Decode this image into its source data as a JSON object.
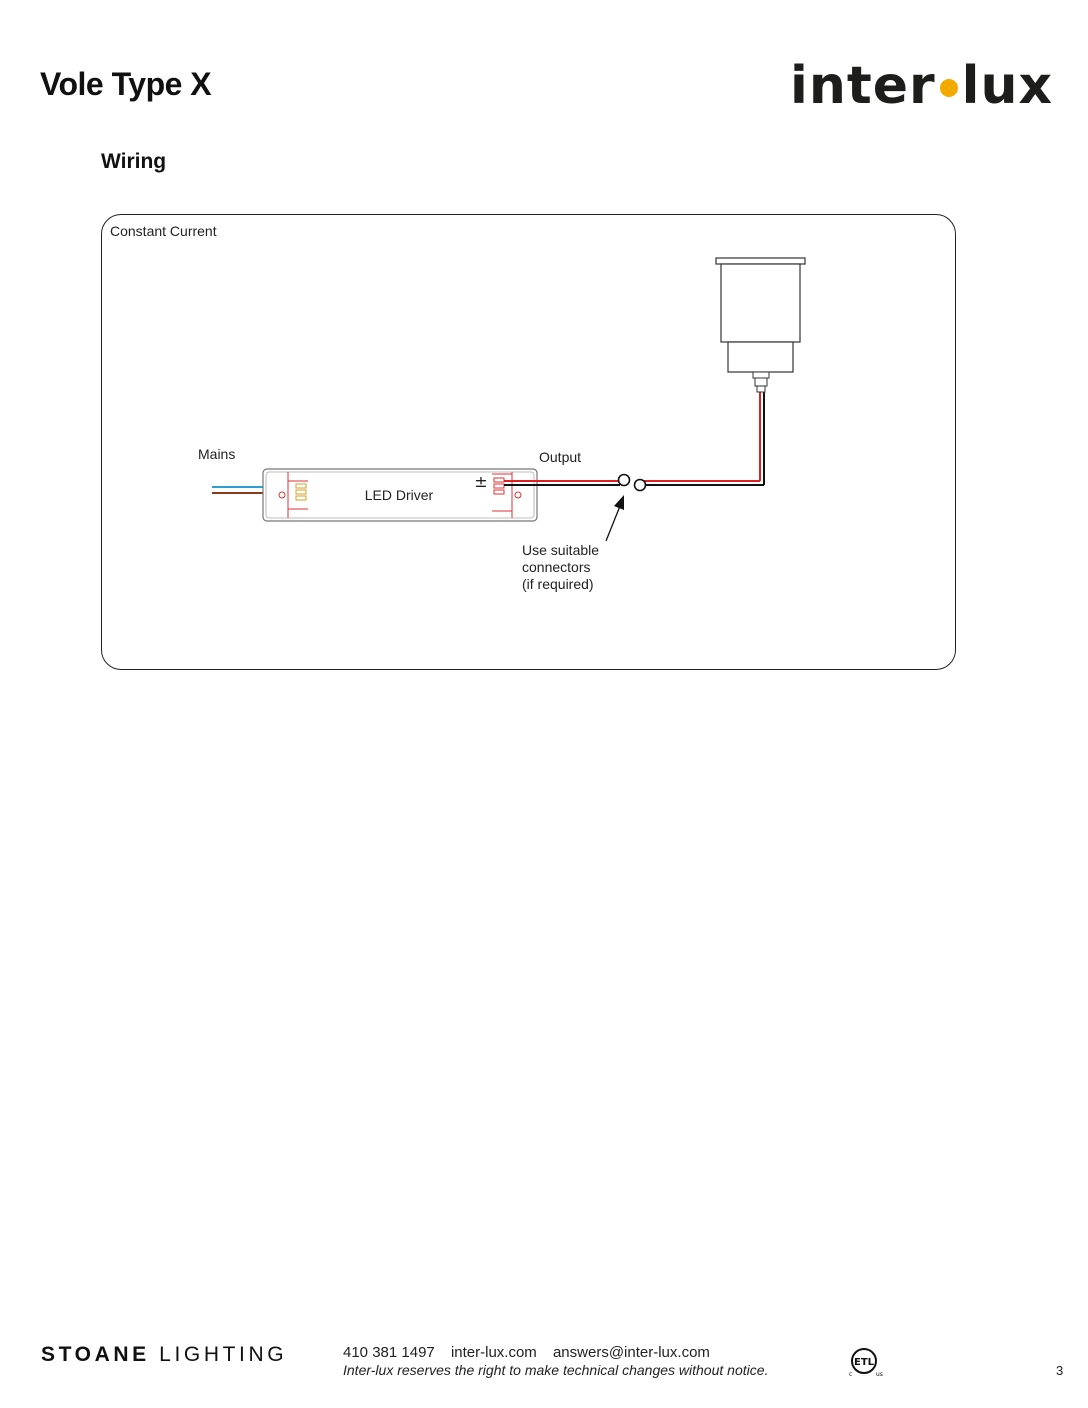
{
  "header": {
    "title": "Vole Type X",
    "logo": {
      "left": "inter",
      "right": "lux",
      "dot_color": "#f2a900"
    }
  },
  "section_title": "Wiring",
  "diagram": {
    "panel_label": "Constant Current",
    "labels": {
      "mains": "Mains",
      "output": "Output",
      "driver": "LED Driver",
      "connector_note": [
        "Use suitable",
        "connectors",
        "(if required)"
      ],
      "polarity": "±"
    },
    "colors": {
      "live_wire": "#8b3a1a",
      "neutral_wire": "#2e9fd6",
      "positive_wire": "#e02020",
      "negative_wire": "#111111"
    }
  },
  "footer": {
    "brand_bold": "STOANE",
    "brand_light": "LIGHTING",
    "phone": "410 381 1497",
    "website": "inter-lux.com",
    "email": "answers@inter-lux.com",
    "note": "Inter-lux reserves the right to make technical changes without notice.",
    "cert": {
      "mark": "ETL",
      "left": "c",
      "right": "us"
    },
    "page_number": "3"
  }
}
